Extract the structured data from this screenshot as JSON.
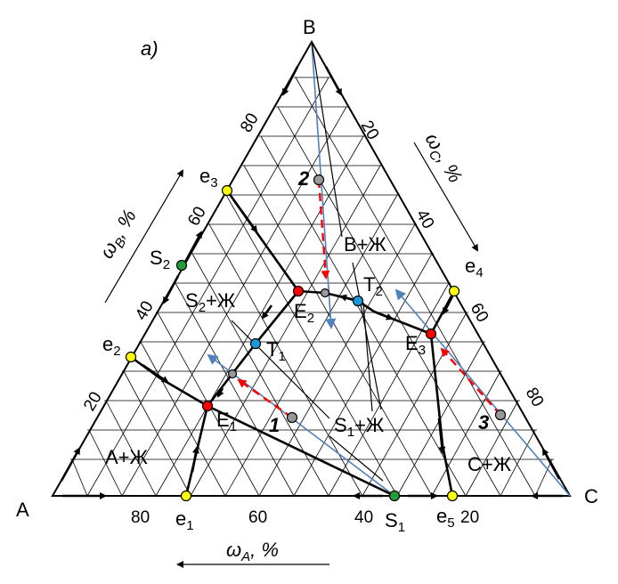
{
  "panel_label": "a)",
  "vertices": {
    "A": "A",
    "B": "B",
    "C": "C"
  },
  "axes": {
    "wA": {
      "symbol": "ω",
      "sub": "A",
      "unit": ", %"
    },
    "wB": {
      "symbol": "ω",
      "sub": "B",
      "unit": ", %"
    },
    "wC": {
      "symbol": "ω",
      "sub": "C",
      "unit": ", %"
    }
  },
  "ticks": {
    "bottom": [
      "80",
      "60",
      "40",
      "20"
    ],
    "left": [
      "20",
      "40",
      "60",
      "80"
    ],
    "right": [
      "20",
      "40",
      "60",
      "80"
    ]
  },
  "regions": {
    "A_liq": "A+Ж",
    "B_liq": "B+Ж",
    "C_liq": "C+Ж",
    "S1_liq": {
      "main": "S",
      "sub": "1",
      "rest": "+Ж"
    },
    "S2_liq": {
      "main": "S",
      "sub": "2",
      "rest": "+Ж"
    }
  },
  "points": {
    "e1": {
      "main": "e",
      "sub": "1"
    },
    "e2": {
      "main": "e",
      "sub": "2"
    },
    "e3": {
      "main": "e",
      "sub": "3"
    },
    "e4": {
      "main": "e",
      "sub": "4"
    },
    "e5": {
      "main": "e",
      "sub": "5"
    },
    "E1": {
      "main": "E",
      "sub": "1"
    },
    "E2": {
      "main": "E",
      "sub": "2"
    },
    "E3": {
      "main": "E",
      "sub": "3"
    },
    "T1": {
      "main": "T",
      "sub": "1"
    },
    "T2": {
      "main": "T",
      "sub": "2"
    },
    "S1": {
      "main": "S",
      "sub": "1"
    },
    "S2": {
      "main": "S",
      "sub": "2"
    }
  },
  "figurative_points": {
    "p1": "1",
    "p2": "2",
    "p3": "3"
  },
  "colors": {
    "eutectic_binary": "#ffff00",
    "eutectic_ternary": "#ff0000",
    "transition_point": "#1a9ad6",
    "compound": "#1f9e3a",
    "figurative": "#999999",
    "tie_line": "#4f81bd",
    "crystallization_path": "#ff0000"
  }
}
